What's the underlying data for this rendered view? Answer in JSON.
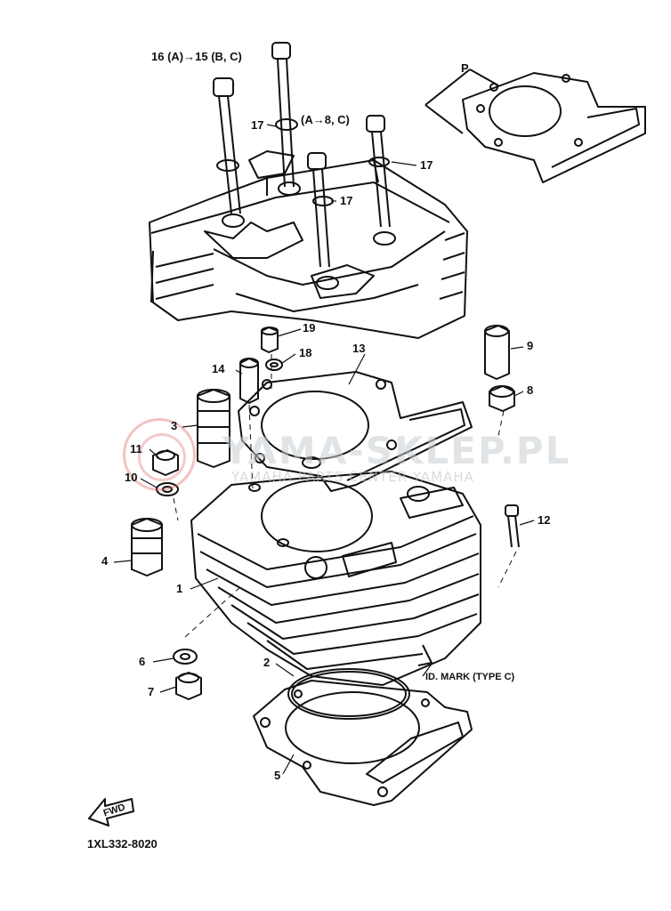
{
  "callouts": {
    "c1": "1",
    "c2": "2",
    "c3": "3",
    "c4": "4",
    "c5": "5",
    "c6": "6",
    "c7": "7",
    "c8": "8",
    "c9": "9",
    "c10": "10",
    "c11": "11",
    "c12": "12",
    "c13": "13",
    "c14": "14",
    "c17a": "17",
    "c17b": "17",
    "c17c": "17",
    "c18": "18",
    "c19": "19",
    "p": "P"
  },
  "notes": {
    "bolt16": "16 (A)→15 (B, C)",
    "bolt8": "(A→8, C)",
    "id_mark": "ID. MARK (TYPE C)",
    "fwd": "FWD"
  },
  "part_number": "1XL332-8020",
  "watermark": {
    "title": "YAMA-SKLEP.PL",
    "subtitle": "YAMAHA PARTS CENTER YAMAHA"
  }
}
